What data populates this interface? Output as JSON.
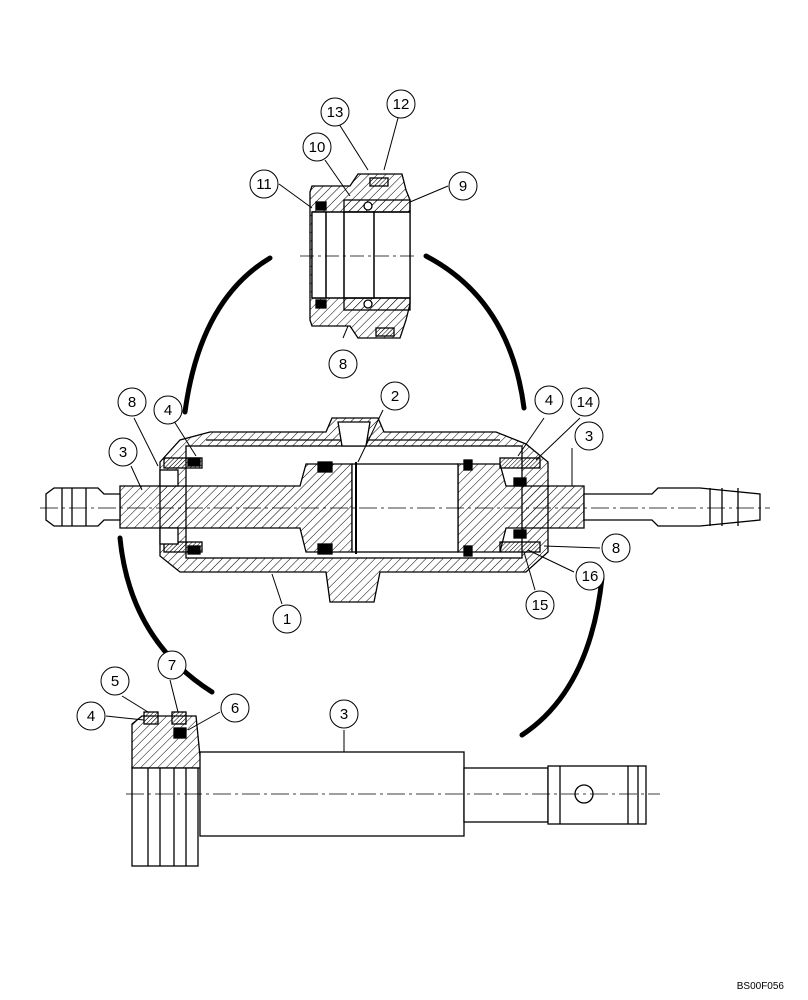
{
  "drawing_code": "BS00F056",
  "callouts": {
    "c1": "1",
    "c2": "2",
    "c3_left": "3",
    "c3_right": "3",
    "c3_bottom": "3",
    "c4_left": "4",
    "c4_right": "4",
    "c4_bottom": "4",
    "c5": "5",
    "c6": "6",
    "c7": "7",
    "c8_top": "8",
    "c8_left": "8",
    "c8_right": "8",
    "c9": "9",
    "c10": "10",
    "c11": "11",
    "c12": "12",
    "c13": "13",
    "c14": "14",
    "c15": "15",
    "c16": "16"
  }
}
